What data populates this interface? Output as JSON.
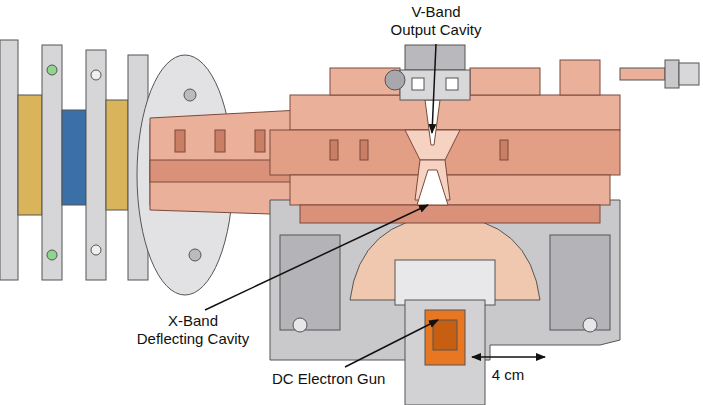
{
  "diagram": {
    "labels": [
      "V-Band Output Cavity",
      "X-Band Deflecting Cavity",
      "DC Electron Gun",
      "4 cm"
    ]
  }
}
